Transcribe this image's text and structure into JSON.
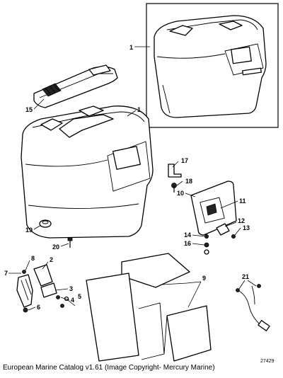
{
  "labels": {
    "l1a": "1",
    "l1b": "1",
    "l2": "2",
    "l3": "3",
    "l4": "4",
    "l5": "5",
    "l6": "6",
    "l7": "7",
    "l8": "8",
    "l9": "9",
    "l10": "10",
    "l11": "11",
    "l12": "12",
    "l13": "13",
    "l14": "14",
    "l15": "15",
    "l16": "16",
    "l17": "17",
    "l18": "18",
    "l19": "19",
    "l20": "20",
    "l21": "21"
  },
  "reference_number": "27429",
  "caption": "European Marine Catalog v1.61 (Image Copyright- Mercury Marine)"
}
